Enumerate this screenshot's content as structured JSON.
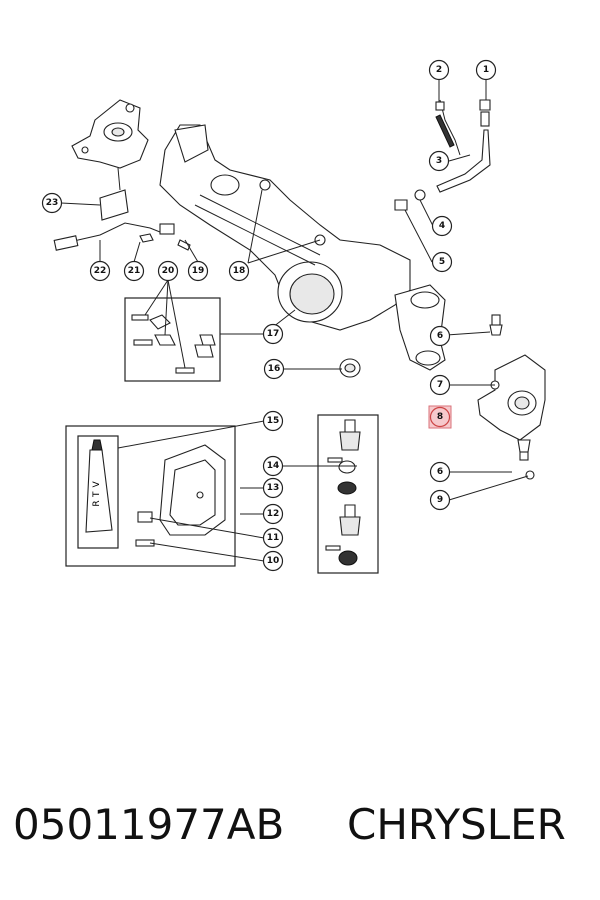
{
  "diagram": {
    "callouts": [
      "1",
      "2",
      "3",
      "4",
      "5",
      "6",
      "7",
      "8",
      "6",
      "9",
      "10",
      "11",
      "12",
      "13",
      "14",
      "15",
      "16",
      "17",
      "18",
      "19",
      "20",
      "21",
      "22",
      "23"
    ],
    "highlighted_callout": "8",
    "rtv_label": "RTV"
  },
  "footer": {
    "part_number": "05011977AB",
    "brand": "CHRYSLER"
  },
  "colors": {
    "highlight_fill": "#f6c9cc",
    "highlight_stroke": "#d9727a",
    "line": "#222222"
  }
}
